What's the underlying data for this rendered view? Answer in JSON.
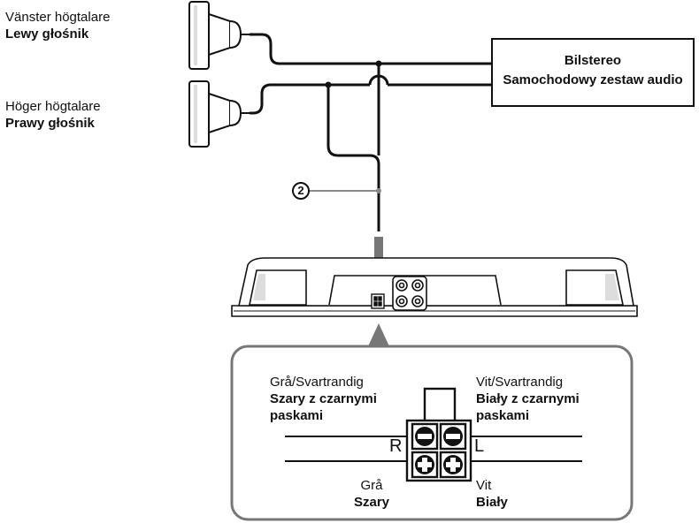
{
  "speakers": {
    "left": {
      "sv": "Vänster högtalare",
      "pl": "Lewy głośnik"
    },
    "right": {
      "sv": "Höger högtalare",
      "pl": "Prawy głośnik"
    }
  },
  "car_stereo": {
    "sv": "Bilstereo",
    "pl": "Samochodowy zestaw audio"
  },
  "callout_number": "2",
  "connector": {
    "gray_black": {
      "sv": "Grå/Svartrandig",
      "pl_line1": "Szary z czarnymi",
      "pl_line2": "paskami"
    },
    "white_black": {
      "sv": "Vit/Svartrandig",
      "pl_line1": "Biały z czarnymi",
      "pl_line2": "paskami"
    },
    "gray": {
      "sv": "Grå",
      "pl": "Szary"
    },
    "white": {
      "sv": "Vit",
      "pl": "Biały"
    },
    "right_mark": "R",
    "left_mark": "L"
  }
}
